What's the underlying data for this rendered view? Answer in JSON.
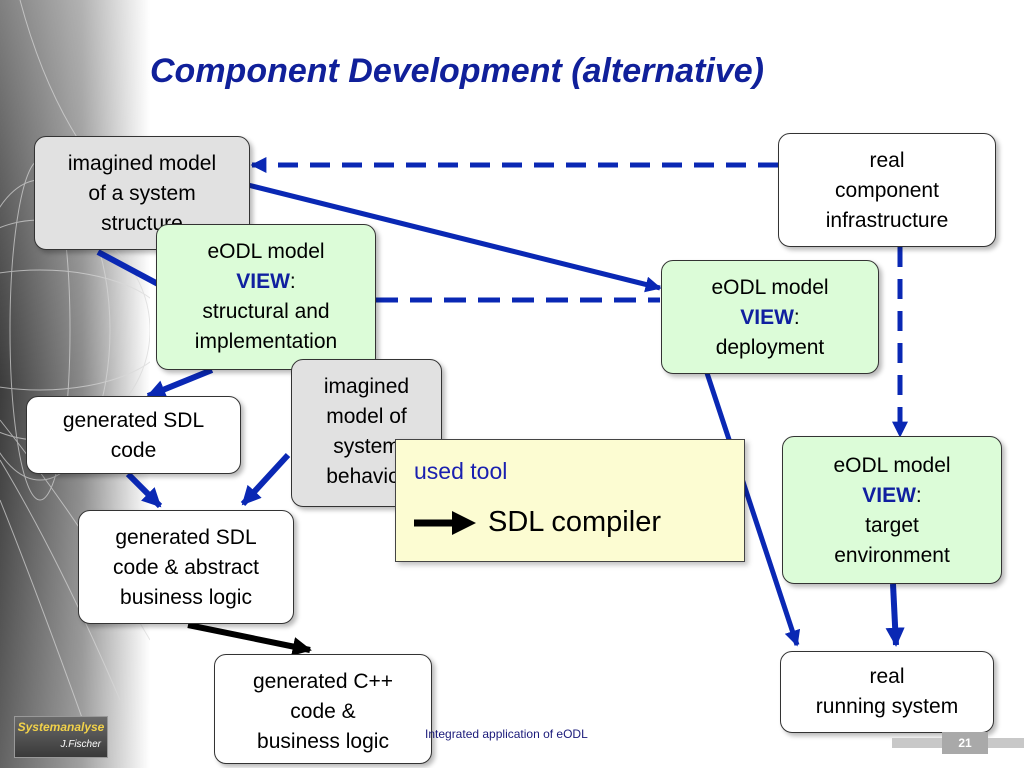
{
  "title": "Component Development (alternative)",
  "boxes": {
    "imagined_structure": [
      "imagined model",
      "of a system",
      "structure"
    ],
    "real_infrastructure": [
      "real",
      "component",
      "infrastructure"
    ],
    "eodl_structural": {
      "line1": "eODL model",
      "keyword": "VIEW",
      "suffix": ":",
      "line3": "structural and",
      "line4": "implementation"
    },
    "eodl_deployment": {
      "line1": "eODL model",
      "keyword": "VIEW",
      "suffix": ":",
      "line3": "deployment"
    },
    "imagined_behavior": [
      "imagined",
      "model of",
      "system",
      "behavior"
    ],
    "generated_sdl_code": [
      "generated SDL",
      "code"
    ],
    "generated_sdl_abstract": [
      "generated SDL",
      "code & abstract",
      "business logic"
    ],
    "eodl_target": {
      "line1": "eODL model",
      "keyword": "VIEW",
      "suffix": ":",
      "line3": "target",
      "line4": "environment"
    },
    "generated_cpp": [
      "generated C++",
      "code &",
      "business logic"
    ],
    "real_running": [
      "real",
      "running system"
    ]
  },
  "tool": {
    "label": "used tool",
    "name": "SDL compiler"
  },
  "footer": {
    "text": "Integrated application of eODL",
    "page": "21"
  },
  "logo": {
    "main": "Systemanalyse",
    "sub": "J.Fischer"
  },
  "colors": {
    "arrow_blue": "#0a28b4",
    "title_blue": "#10209a",
    "green_box": "#dcfcd8",
    "gray_box": "#e1e1e1",
    "tool_box": "#fcfcd2"
  }
}
